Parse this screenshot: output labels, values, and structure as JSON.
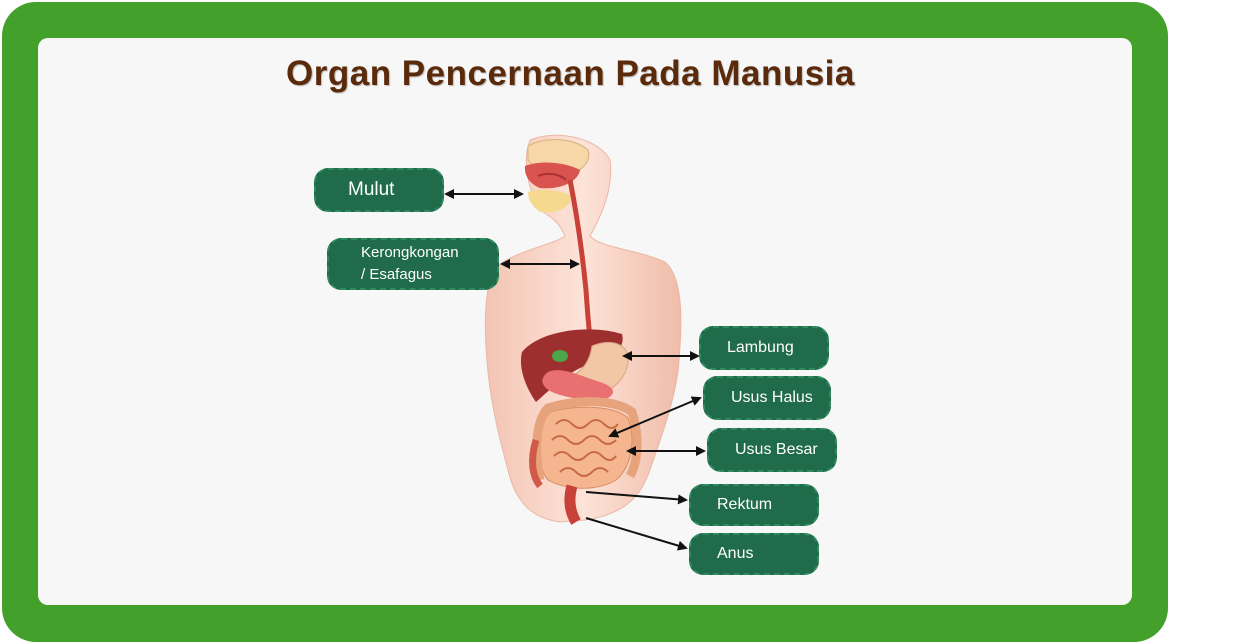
{
  "title": "Organ Pencernaan Pada Manusia",
  "labels": {
    "mulut": "Mulut",
    "kerongkongan_line1": "Kerongkongan",
    "kerongkongan_line2": "/ Esafagus",
    "lambung": "Lambung",
    "usus_halus": "Usus Halus",
    "usus_besar": "Usus Besar",
    "rektum": "Rektum",
    "anus": "Anus"
  },
  "colors": {
    "frame": "#43a02b",
    "label_bg": "#1f6b4a",
    "title": "#5a2a0a"
  },
  "icons": {
    "figure": "human-torso-digestive-system-illustration"
  }
}
